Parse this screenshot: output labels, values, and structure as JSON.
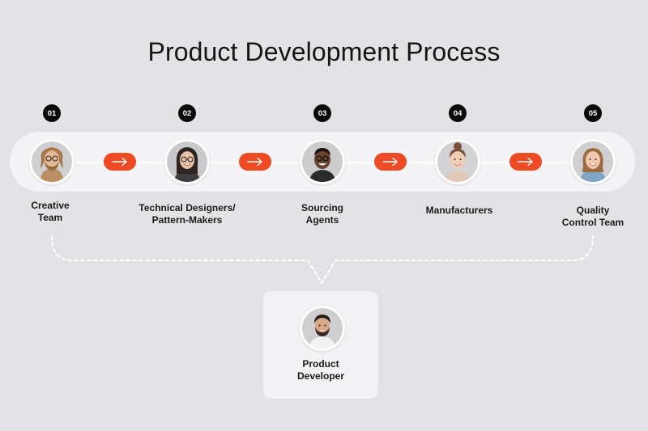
{
  "title": "Product Development Process",
  "colors": {
    "accent": "#ee4a24",
    "badge": "#0b0b0b",
    "background": "#e3e3e6",
    "track": "#f4f4f6"
  },
  "steps": [
    {
      "number": "01",
      "line1": "Creative",
      "line2": "Team",
      "avatar": "man-glasses-beard-avatar"
    },
    {
      "number": "02",
      "line1": "Technical Designers/",
      "line2": "Pattern-Makers",
      "avatar": "woman-glasses-avatar"
    },
    {
      "number": "03",
      "line1": "Sourcing",
      "line2": "Agents",
      "avatar": "man-glasses-smiling-avatar"
    },
    {
      "number": "04",
      "line1": "Manufacturers",
      "line2": "",
      "avatar": "woman-hair-bun-avatar"
    },
    {
      "number": "05",
      "line1": "Quality",
      "line2": "Control Team",
      "avatar": "woman-smiling-avatar"
    }
  ],
  "connector_icon": "arrow-right-icon",
  "center": {
    "line1": "Product",
    "line2": "Developer",
    "avatar": "man-beard-avatar"
  }
}
